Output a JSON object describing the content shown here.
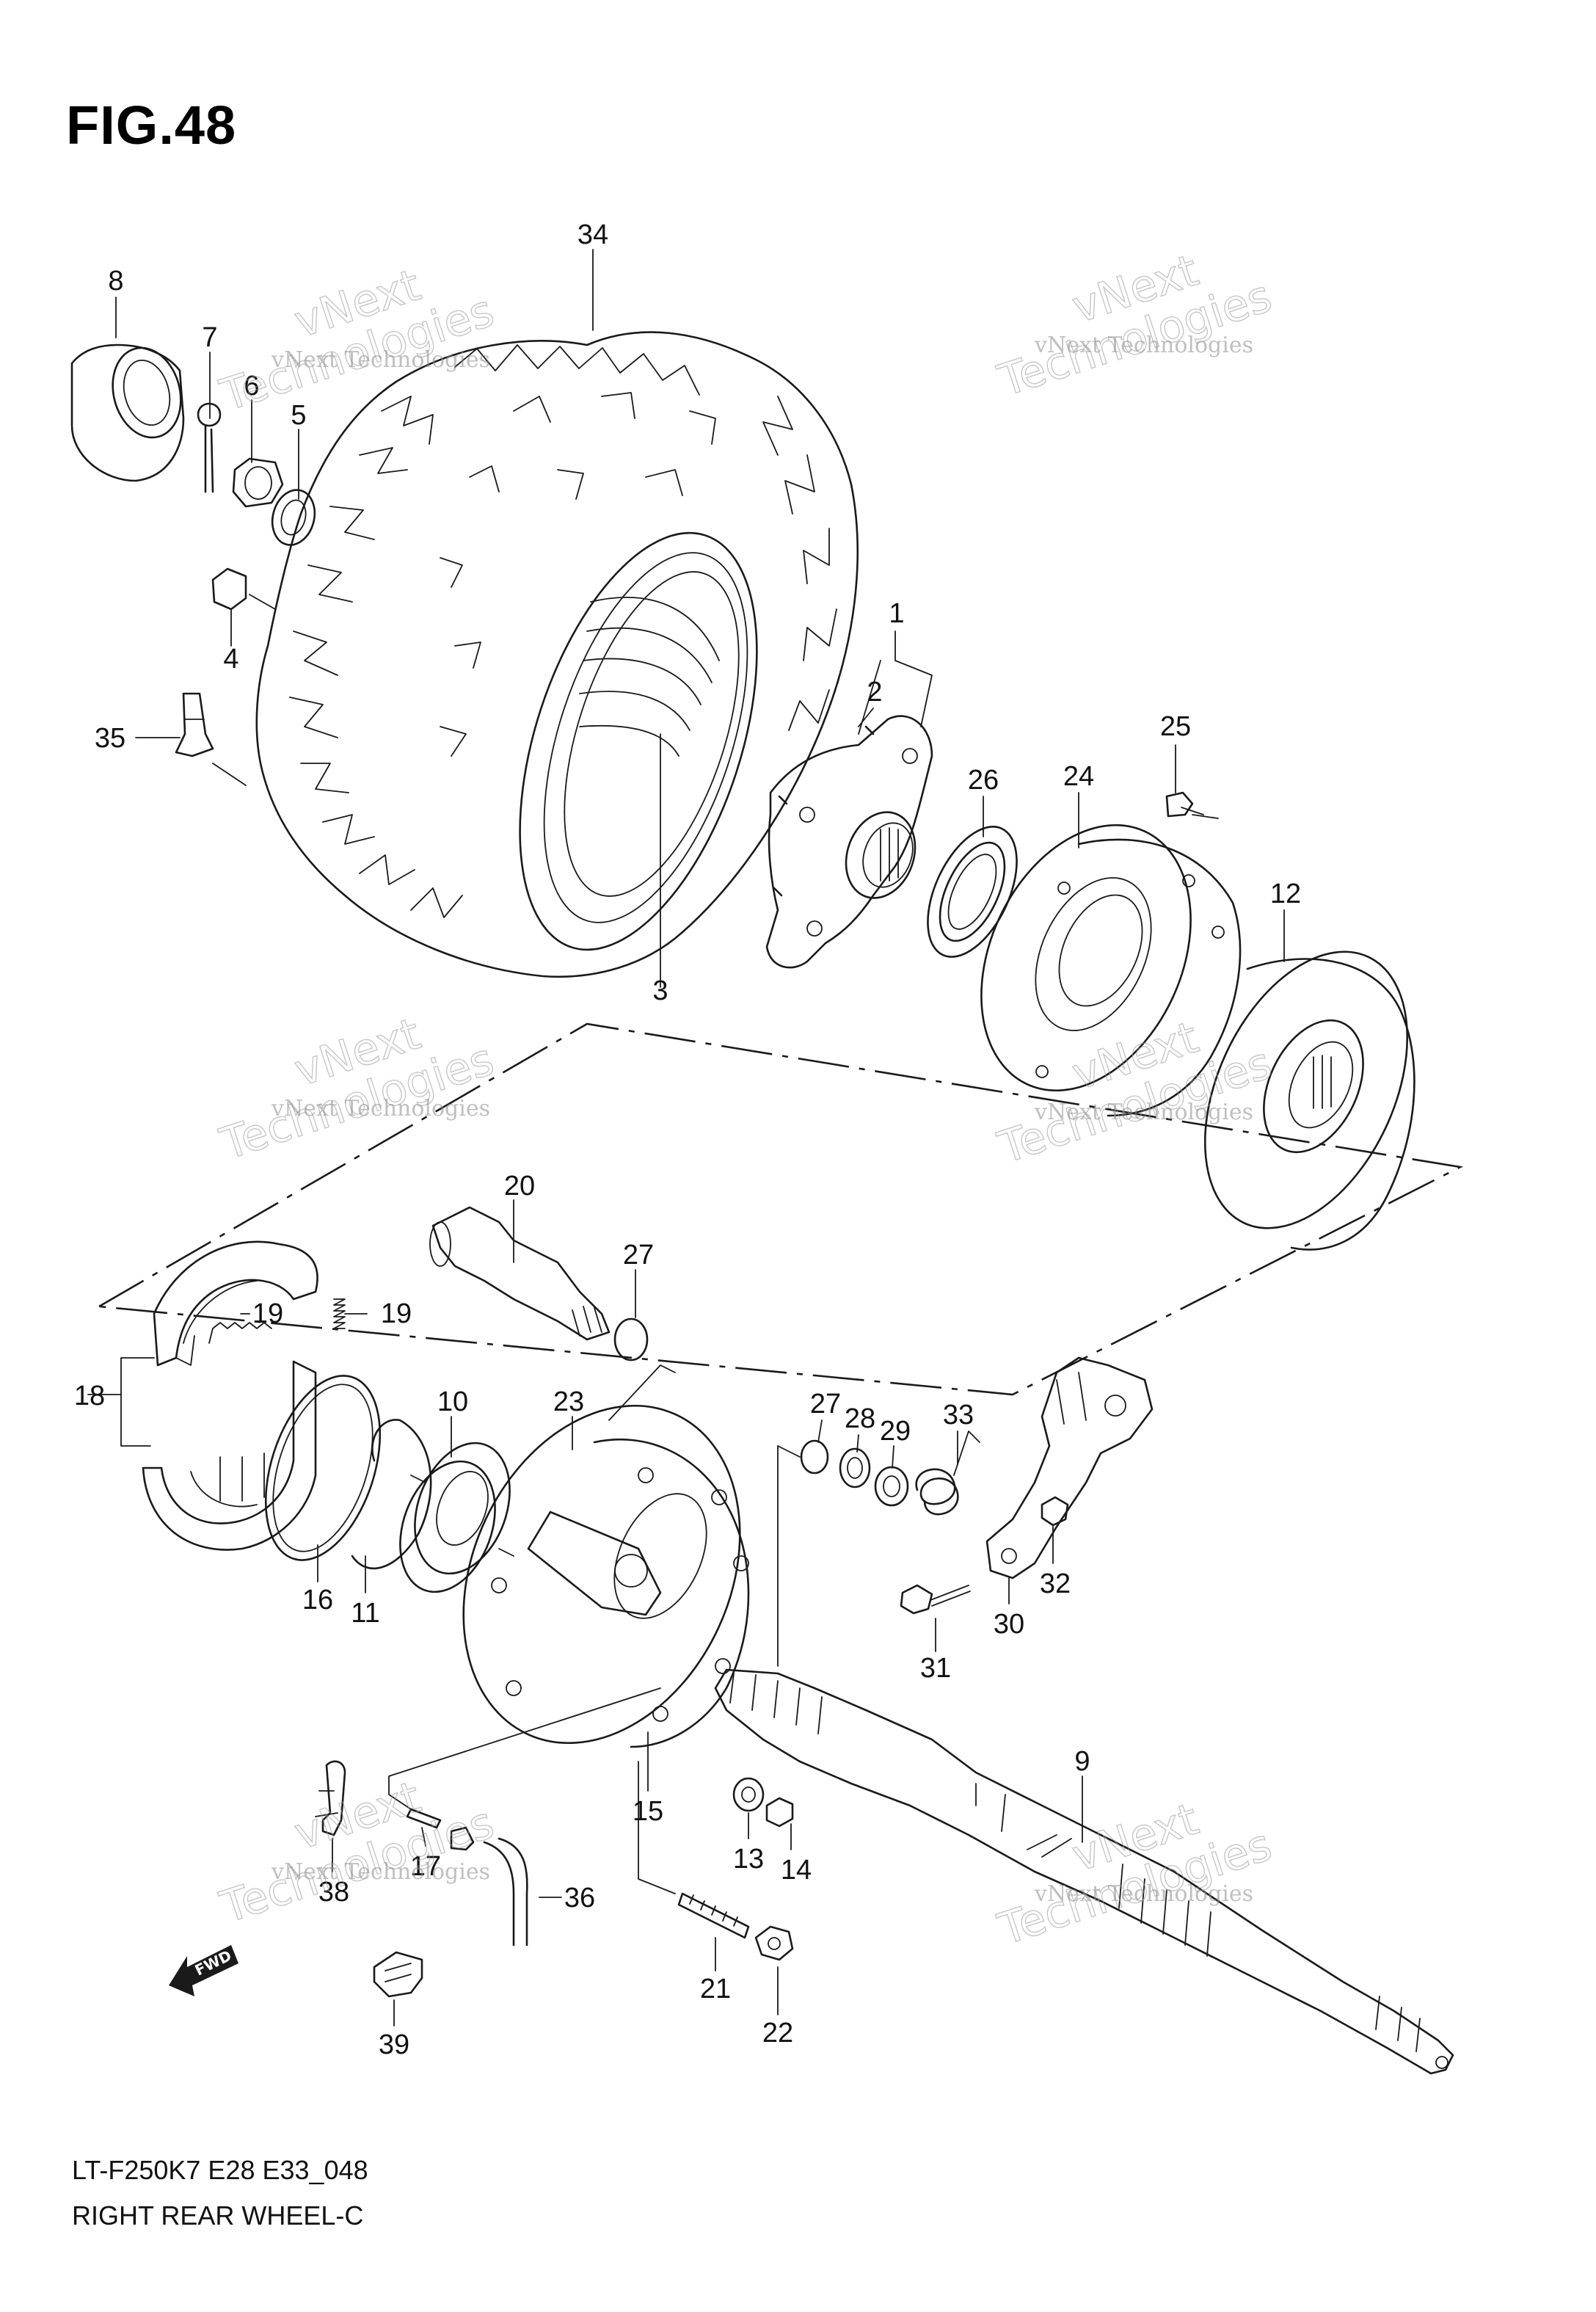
{
  "figure": {
    "title": "FIG.48",
    "code": "LT-F250K7  E28  E33_048",
    "caption": "RIGHT REAR WHEEL-C",
    "fwd_label": "FWD"
  },
  "watermark": {
    "company": "vNext Technologies",
    "line1": "vNext",
    "line2": "Technologies"
  },
  "callouts": [
    "34",
    "8",
    "7",
    "6",
    "5",
    "4",
    "35",
    "1",
    "2",
    "26",
    "24",
    "25",
    "12",
    "3",
    "20",
    "27",
    "19",
    "19",
    "18",
    "10",
    "23",
    "16",
    "11",
    "27",
    "28",
    "29",
    "33",
    "32",
    "30",
    "31",
    "9",
    "15",
    "13",
    "14",
    "17",
    "38",
    "36",
    "21",
    "22",
    "39"
  ],
  "parts": [
    {
      "no": "1",
      "icon": "rear-hub-icon"
    },
    {
      "no": "3",
      "icon": "wheel-rim-icon"
    },
    {
      "no": "9",
      "icon": "rear-axle-icon"
    },
    {
      "no": "12",
      "icon": "brake-drum-icon"
    },
    {
      "no": "18",
      "icon": "brake-shoe-set-icon"
    },
    {
      "no": "34",
      "icon": "tire-icon"
    }
  ]
}
